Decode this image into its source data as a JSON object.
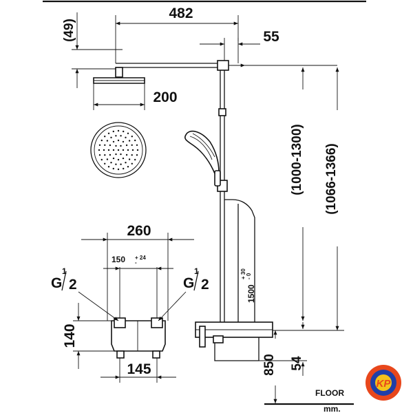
{
  "dimensions": {
    "top_offset": "(49)",
    "arm_length": "482",
    "bracket_gap": "55",
    "head_diameter": "200",
    "body_width": "260",
    "center_spacing": "150",
    "center_tolerance_plus": "+ 24",
    "center_tolerance_minus": "-",
    "outlet_spacing": "145",
    "body_height": "140",
    "mixer_height": "850",
    "rail_offset": "54",
    "wall_height": "1500",
    "wall_tolerance_plus": "+ 30",
    "wall_tolerance_minus": "- 0",
    "rail_range": "(1000-1300)",
    "total_range": "(1066-1366)"
  },
  "thread_labels": {
    "left": {
      "prefix": "G",
      "numerator": "1",
      "denominator": "2"
    },
    "right": {
      "prefix": "G",
      "numerator": "1",
      "denominator": "2"
    }
  },
  "floor_label": "FLOOR",
  "unit_label": "mm.",
  "logo_text": "KP",
  "colors": {
    "line": "#111111",
    "background": "#ffffff",
    "logo_ring": "#e8471c",
    "logo_center": "#1f3fa8",
    "logo_inner": "#f4c21a"
  }
}
